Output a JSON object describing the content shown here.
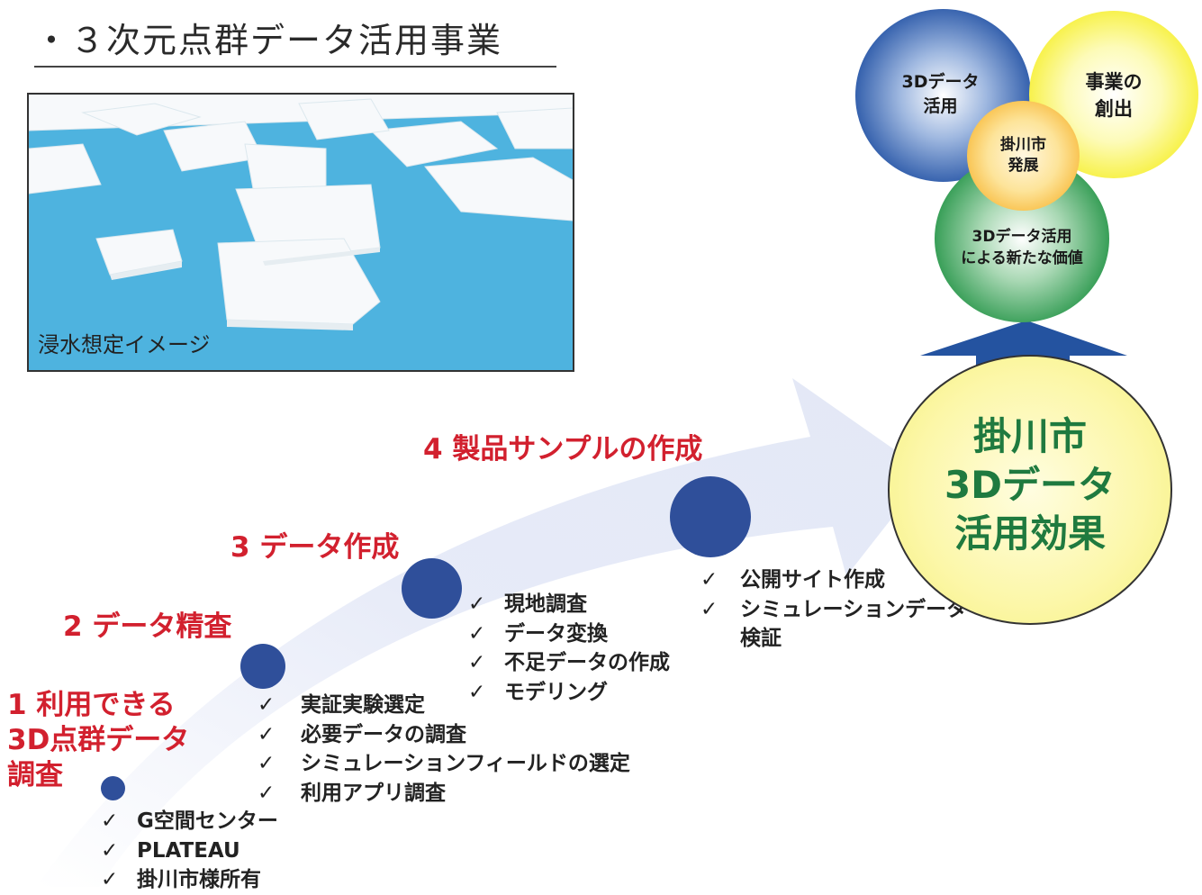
{
  "title": "・３次元点群データ活用事業",
  "image_caption": "浸水想定イメージ",
  "steps": [
    {
      "title": "1 利用できる\n3D点群データ\n調査",
      "items": [
        "G空間センター",
        "PLATEAU",
        "掛川市様所有"
      ]
    },
    {
      "title": "2 データ精査",
      "items": [
        "実証実験選定",
        "必要データの調査",
        "シミュレーションフィールドの選定",
        "利用アプリ調査"
      ]
    },
    {
      "title": "3 データ作成",
      "items": [
        "現地調査",
        "データ変換",
        "不足データの作成",
        "モデリング"
      ]
    },
    {
      "title": "4 製品サンプルの作成",
      "items": [
        "公開サイト作成",
        "シミュレーションデータ\n検証"
      ]
    }
  ],
  "check_mark": "✓",
  "effect": "掛川市\n3Dデータ\n活用効果",
  "bubbles": {
    "blue": "3Dデータ\n活用",
    "yellow": "事業の\n創出",
    "orange": "掛川市\n発展",
    "green": "3Dデータ活用\nによる新たな価値"
  },
  "colors": {
    "step_title": "#d2202e",
    "dot": "#2f4f9a",
    "effect_text": "#1f7a3f",
    "arrow": "#e8ecf8",
    "up_arrow": "#2453a0"
  }
}
